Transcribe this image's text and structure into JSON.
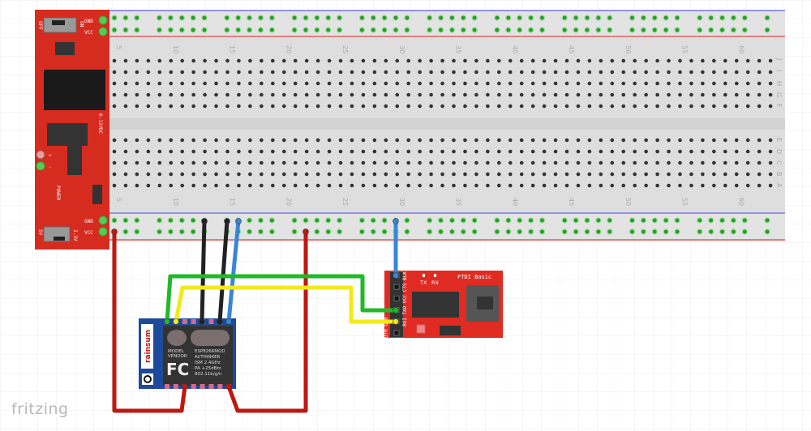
{
  "app": {
    "logo": "fritzing"
  },
  "colors": {
    "board_red": "#d62b1f",
    "esp_blue": "#1d4a9a",
    "wire_red": "#c0170f",
    "wire_black": "#222222",
    "wire_blue": "#3a86d4",
    "wire_green": "#21b82a",
    "wire_yellow": "#f1ea1a",
    "breadboard": "#e3e3e3"
  },
  "power_supply": {
    "top_switch": [
      "OFF",
      "ON"
    ],
    "top_pins": [
      "GND",
      "VCC"
    ],
    "bottom_pins": [
      "GND",
      "VCC"
    ],
    "bottom_switch": [
      "5V",
      "3.3V"
    ],
    "input_label": "6-12VDC",
    "plus": "+",
    "minus": "-",
    "power_label": "POWER"
  },
  "breadboard": {
    "column_labels": [
      "5",
      "10",
      "15",
      "20",
      "25",
      "30",
      "35",
      "40",
      "45",
      "50",
      "55",
      "60"
    ],
    "rows_top": [
      "J",
      "I",
      "H",
      "G",
      "F"
    ],
    "rows_bottom": [
      "E",
      "D",
      "C",
      "B",
      "A"
    ]
  },
  "esp_module": {
    "brand": "rainsum",
    "left_text": [
      "MODEL",
      "VENDOR"
    ],
    "right_text": [
      "ESP8266MOD",
      "AI/THINKER",
      "ISM 2.4GHz",
      "PA  +25dBm",
      "802.11b/g/n"
    ],
    "fcc": "FC"
  },
  "ftdi": {
    "title": "FTDI Basic",
    "leds": [
      "TX",
      "RX"
    ],
    "pins": [
      "BLK GND",
      "CTS",
      "VCC",
      "TXO",
      "RXI",
      "DTR GRN"
    ]
  }
}
